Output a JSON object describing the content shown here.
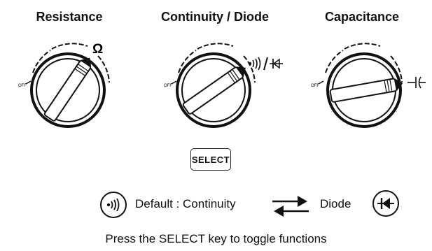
{
  "dials": [
    {
      "title": "Resistance",
      "function_symbol": "Ω",
      "off_label": "OFF"
    },
    {
      "title": "Continuity / Diode",
      "function_symbol": "•))) / diode",
      "off_label": "OFF"
    },
    {
      "title": "Capacitance",
      "function_symbol": "capacitor",
      "off_label": "OFF"
    }
  ],
  "select_button": {
    "label": "SELECT"
  },
  "legend": {
    "default_text": "Default : Continuity",
    "alternate_text": "Diode",
    "continuity_icon": "continuity-sound-icon",
    "diode_icon": "diode-icon",
    "toggle_icon": "swap-arrows-icon"
  },
  "caption": "Press the SELECT key to toggle functions"
}
